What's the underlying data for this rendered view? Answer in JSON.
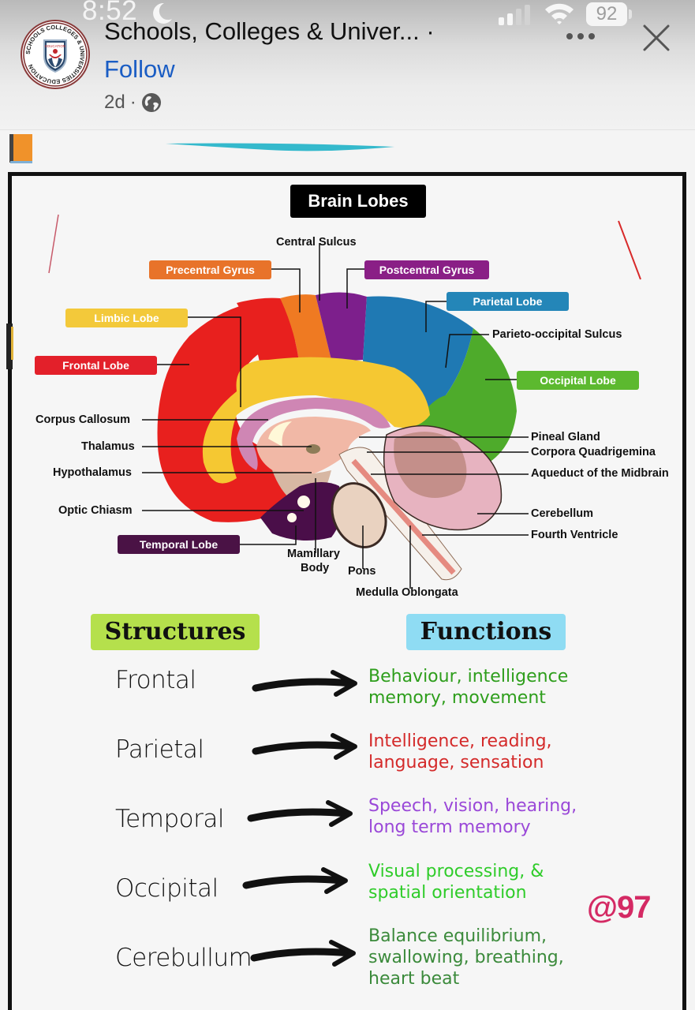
{
  "status_bar": {
    "time": "8:52",
    "battery": "92"
  },
  "post_header": {
    "page_name": "Schools, Colleges & Univer... ·",
    "follow_label": "Follow",
    "age": "2d",
    "separator": "·",
    "avatar_ring_text": "SCHOOLS COLLEGES & UNIVERSITIES EDUCATION",
    "avatar_center_text": "EDUCATION"
  },
  "diagram": {
    "title": "Brain Lobes",
    "boxed_labels": [
      {
        "text": "Precentral Gyrus",
        "color": "#e8732a"
      },
      {
        "text": "Postcentral Gyrus",
        "color": "#8a1f86"
      },
      {
        "text": "Parietal Lobe",
        "color": "#2486b8"
      },
      {
        "text": "Limbic Lobe",
        "color": "#f3c93a"
      },
      {
        "text": "Frontal Lobe",
        "color": "#e3202a"
      },
      {
        "text": "Occipital Lobe",
        "color": "#5cb92f"
      },
      {
        "text": "Temporal Lobe",
        "color": "#4a1245"
      }
    ],
    "plain_labels": {
      "central_sulcus": "Central Sulcus",
      "parieto_occipital_sulcus": "Parieto-occipital Sulcus",
      "corpus_callosum": "Corpus Callosum",
      "thalamus": "Thalamus",
      "hypothalamus": "Hypothalamus",
      "optic_chiasm": "Optic Chiasm",
      "mamillary_body_1": "Mamillary",
      "mamillary_body_2": "Body",
      "pons": "Pons",
      "medulla_oblongata": "Medulla Oblongata",
      "pineal_gland": "Pineal Gland",
      "corpora_quadrigemina": "Corpora Quadrigemina",
      "aqueduct": "Aqueduct of the Midbrain",
      "cerebellum": "Cerebellum",
      "fourth_ventricle": "Fourth Ventricle"
    }
  },
  "table": {
    "structures_header": "Structures",
    "functions_header": "Functions",
    "structures_header_color": "#b5e04c",
    "functions_header_color": "#8fdcf3",
    "rows": [
      {
        "structure": "Frontal",
        "function_line1": "Behaviour, intelligence",
        "function_line2": " memory, movement",
        "function_line3": "",
        "color": "#2e9e1c"
      },
      {
        "structure": "Parietal",
        "function_line1": "Intelligence, reading,",
        "function_line2": "language, sensation",
        "function_line3": "",
        "color": "#d42a2a"
      },
      {
        "structure": "Temporal",
        "function_line1": "Speech, vision, hearing,",
        "function_line2": " long term memory",
        "function_line3": "",
        "color": "#9a48d8"
      },
      {
        "structure": "Occipital",
        "function_line1": "Visual processing, &",
        "function_line2": "spatial orientation",
        "function_line3": "",
        "color": "#2fcc2a"
      },
      {
        "structure": "Cerebullum",
        "function_line1": "Balance equilibrium,",
        "function_line2": "swallowing, breathing,",
        "function_line3": "heart beat",
        "color": "#3b8a3b"
      }
    ]
  },
  "watermark": "@97"
}
